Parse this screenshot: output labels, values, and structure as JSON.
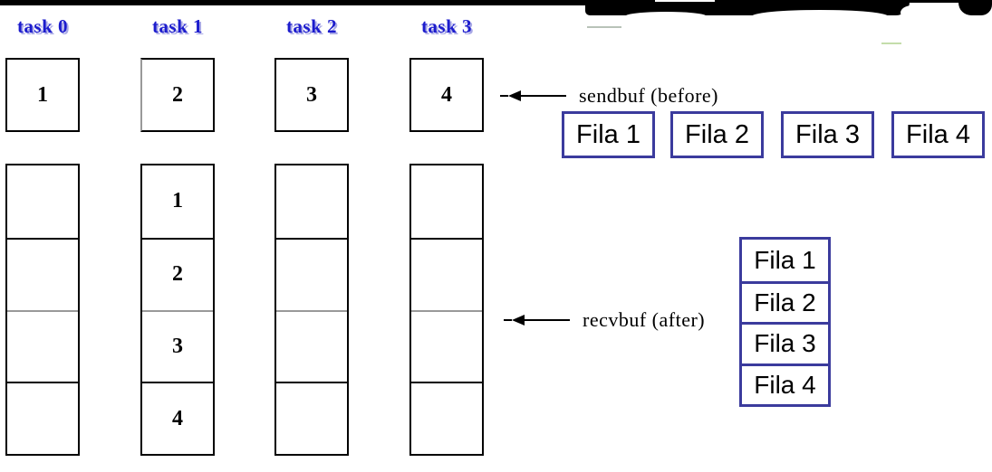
{
  "diagram": {
    "task_columns": [
      {
        "label": "task 0",
        "send_value": "1",
        "recv_values": [
          "",
          "",
          "",
          ""
        ]
      },
      {
        "label": "task 1",
        "send_value": "2",
        "recv_values": [
          "1",
          "2",
          "3",
          "4"
        ]
      },
      {
        "label": "task 2",
        "send_value": "3",
        "recv_values": [
          "",
          "",
          "",
          ""
        ]
      },
      {
        "label": "task 3",
        "send_value": "4",
        "recv_values": [
          "",
          "",
          "",
          ""
        ]
      }
    ],
    "annotations": {
      "sendbuf": "sendbuf (before)",
      "recvbuf": "recvbuf (after)"
    },
    "fila_row": [
      "Fila 1",
      "Fila 2",
      "Fila 3",
      "Fila 4"
    ],
    "fila_stack": [
      "Fila 1",
      "Fila 2",
      "Fila 3",
      "Fila 4"
    ],
    "colors": {
      "task_label_blue": "#1c1ccd",
      "task_label_shadow": "#a9a9e6",
      "fila_border_blue": "#3b3b9d",
      "box_border": "#000000",
      "gray_divider": "#999999",
      "banner_black": "#000000"
    }
  }
}
